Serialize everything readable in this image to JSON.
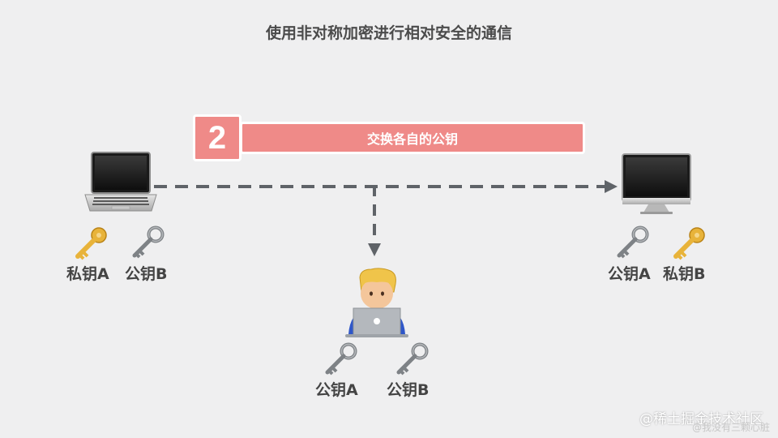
{
  "title": "使用非对称加密进行相对安全的通信",
  "step": {
    "number": "2",
    "label": "交换各自的公钥"
  },
  "left_party": {
    "key1_label": "私钥A",
    "key2_label": "公钥B"
  },
  "right_party": {
    "key1_label": "公钥A",
    "key2_label": "私钥B"
  },
  "middle_party": {
    "key1_label": "公钥A",
    "key2_label": "公钥B"
  },
  "watermark": {
    "main": "@稀土掘金技术社区",
    "sub": "@我没有三颗心脏"
  },
  "colors": {
    "accent": "#ef8a88",
    "private_key": "#e8b33a",
    "public_key": "#8f9397",
    "arrow": "#5f6368"
  }
}
